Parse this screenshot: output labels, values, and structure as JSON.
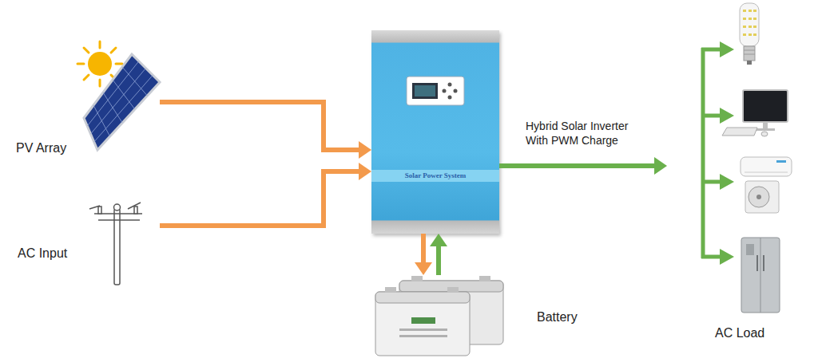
{
  "diagram": {
    "nodes": [
      {
        "text": [
          "PV Array"
        ]
      },
      {
        "text": [
          "AC Input"
        ]
      },
      {
        "text": [
          "Solar Power System"
        ]
      },
      {
        "text": [
          "Battery"
        ]
      },
      {
        "text": [
          "AC Load"
        ]
      }
    ],
    "edges": [
      {
        "from": 0,
        "to": 2,
        "arrow": "to"
      },
      {
        "from": 1,
        "to": 2,
        "arrow": "to"
      },
      {
        "from": 2,
        "to": 3,
        "arrow": "to"
      },
      {
        "from": 3,
        "to": 2,
        "arrow": "to"
      },
      {
        "from": 2,
        "to": 4,
        "arrow": "to",
        "label": "Hybrid Solar Inverter With PWM Charge"
      }
    ]
  }
}
